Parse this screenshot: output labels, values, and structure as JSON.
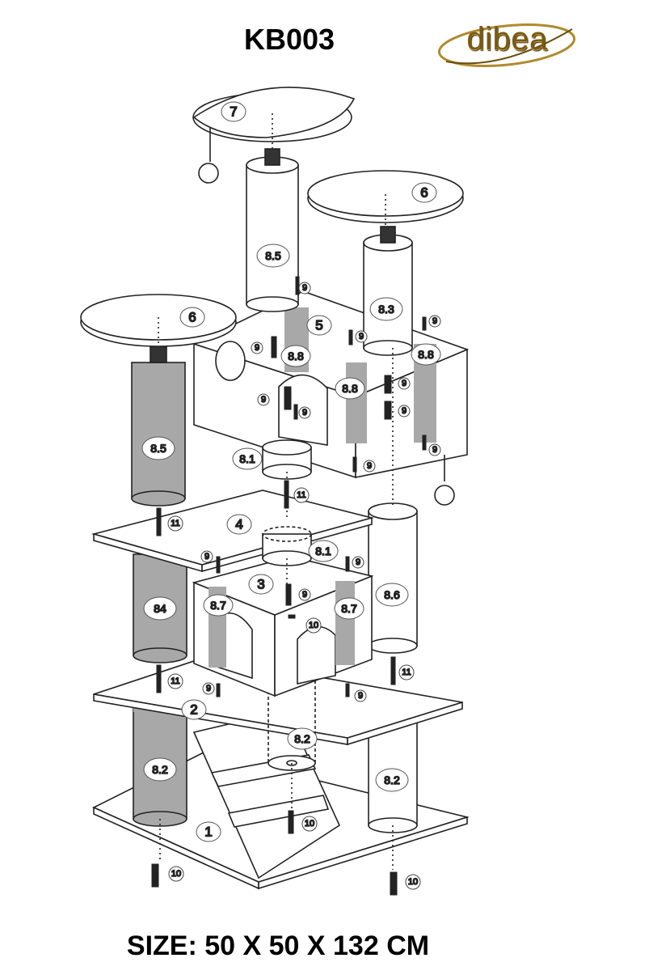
{
  "title": "KB003",
  "logo": {
    "text": "dibea",
    "accent": "#b08a2e"
  },
  "footer": {
    "size_text": "SIZE: 50 X 50 X 132 CM"
  },
  "colors": {
    "outline": "#222222",
    "fill_white": "#ffffff",
    "fill_sisal": "#a8a8a8"
  },
  "parts": {
    "p7": "7",
    "p6a": "6",
    "p6b": "6",
    "p85a": "8.5",
    "p85b": "8.5",
    "p83": "8.3",
    "p5": "5",
    "p88a": "8.8",
    "p88b": "8.8",
    "p88c": "8.8",
    "p81a": "8.1",
    "p81b": "8.1",
    "p4": "4",
    "p3": "3",
    "p84": "84",
    "p87a": "8.7",
    "p87b": "8.7",
    "p86": "8.6",
    "p2": "2",
    "p82a": "8.2",
    "p82b": "8.2",
    "p82c": "8.2",
    "p1": "1",
    "f9": "9",
    "f10": "10",
    "f11": "11"
  }
}
